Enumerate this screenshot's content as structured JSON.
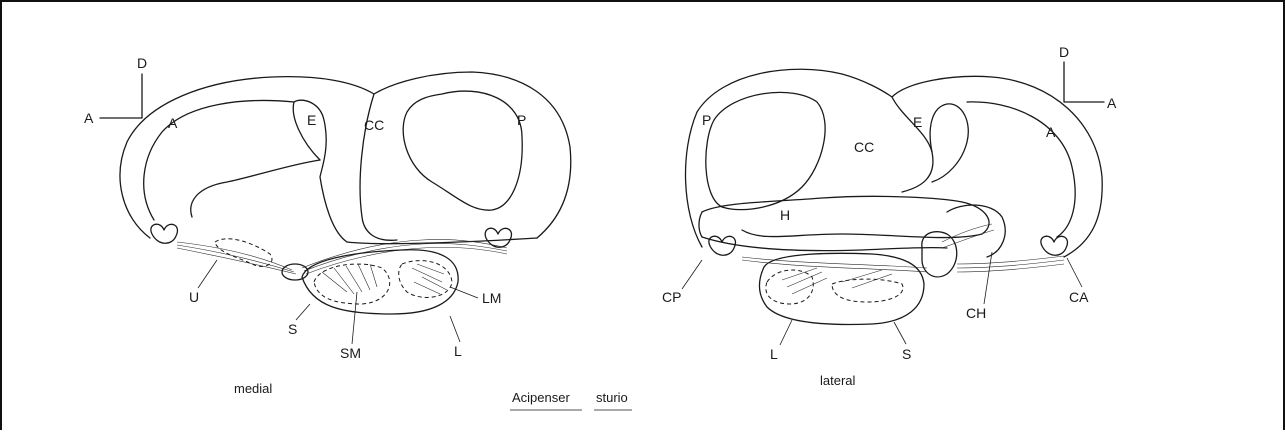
{
  "figure": {
    "medial": {
      "orientation": {
        "dorsal": "D",
        "anterior": "A"
      },
      "labels": {
        "A": "A",
        "E": "E",
        "CC": "CC",
        "P": "P",
        "U": "U",
        "S": "S",
        "SM": "SM",
        "L": "L",
        "LM": "LM"
      },
      "view": "medial"
    },
    "lateral": {
      "orientation": {
        "dorsal": "D",
        "anterior": "A"
      },
      "labels": {
        "P": "P",
        "CC": "CC",
        "E": "E",
        "A": "A",
        "H": "H",
        "CP": "CP",
        "CH": "CH",
        "CA": "CA",
        "L": "L",
        "S": "S"
      },
      "view": "lateral"
    },
    "species": {
      "genus": "Acipenser",
      "epithet": "sturio"
    }
  }
}
